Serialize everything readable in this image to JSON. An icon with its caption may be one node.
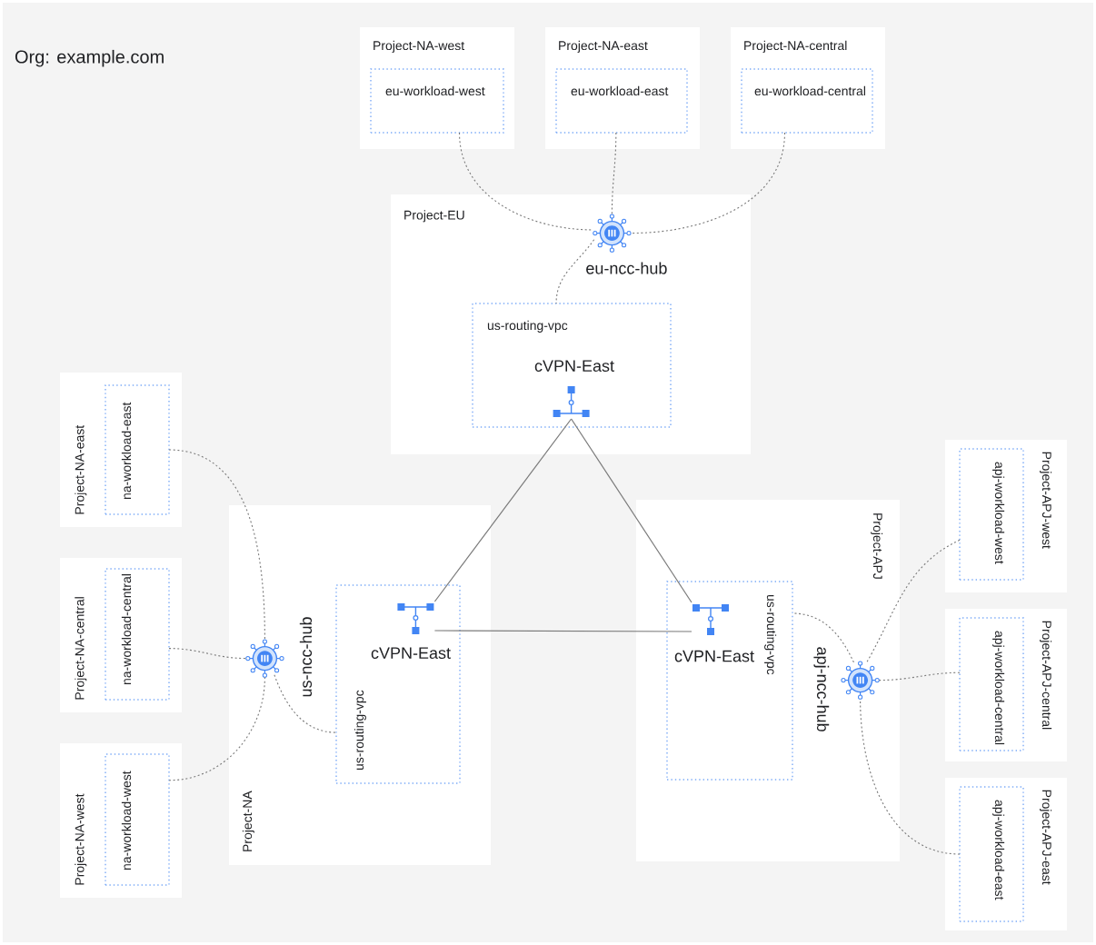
{
  "diagram": {
    "nodes": [
      {
        "text": [
          "Project-NA-west"
        ]
      },
      {
        "text": [
          "eu-workload-west"
        ],
        "in": 0
      },
      {
        "text": [
          "Project-NA-east"
        ]
      },
      {
        "text": [
          "eu-workload-east"
        ],
        "in": 2
      },
      {
        "text": [
          "Project-NA-central"
        ]
      },
      {
        "text": [
          "eu-workload-central"
        ],
        "in": 4
      },
      {
        "text": [
          "Project-EU"
        ]
      },
      {
        "text": [],
        "shape": "picture",
        "in": 6,
        "beside": [
          "eu-ncc-hub"
        ]
      },
      {
        "text": [
          "us-routing-vpc"
        ],
        "in": 6
      },
      {
        "text": [],
        "shape": "picture",
        "in": 8,
        "beside": [
          "cVPN-East"
        ]
      },
      {
        "text": [
          "Project-NA-east"
        ]
      },
      {
        "text": [
          "na-workload-east"
        ],
        "in": 10
      },
      {
        "text": [
          "Project-NA-central"
        ]
      },
      {
        "text": [
          "na-workload-central"
        ],
        "in": 12
      },
      {
        "text": [
          "Project-NA-west"
        ]
      },
      {
        "text": [
          "na-workload-west"
        ],
        "in": 14
      },
      {
        "text": [
          "Project-NA"
        ]
      },
      {
        "text": [],
        "shape": "picture",
        "in": 16,
        "beside": [
          "us-ncc-hub"
        ]
      },
      {
        "text": [
          "us-routing-vpc"
        ],
        "in": 16
      },
      {
        "text": [],
        "shape": "picture",
        "in": 18,
        "beside": [
          "cVPN-East"
        ]
      },
      {
        "text": [
          "Project-APJ"
        ]
      },
      {
        "text": [
          "us-routing-vpc"
        ],
        "in": 20
      },
      {
        "text": [],
        "shape": "picture",
        "in": 21,
        "beside": [
          "cVPN-East"
        ]
      },
      {
        "text": [],
        "shape": "picture",
        "in": 20,
        "beside": [
          "apj-ncc-hub"
        ]
      },
      {
        "text": [
          "Project-APJ-west"
        ]
      },
      {
        "text": [
          "apj-workload-west"
        ],
        "in": 24
      },
      {
        "text": [
          "Project-APJ-central"
        ]
      },
      {
        "text": [
          "apj-workload-central"
        ],
        "in": 26
      },
      {
        "text": [
          "Project-APJ-east"
        ]
      },
      {
        "text": [
          "apj-workload-east"
        ],
        "in": 28
      }
    ],
    "edges": [
      {
        "from": 1,
        "to": 7,
        "arrow": "none",
        "style": "dashed"
      },
      {
        "from": 3,
        "to": 7,
        "arrow": "none",
        "style": "dashed"
      },
      {
        "from": 5,
        "to": 7,
        "arrow": "none",
        "style": "dashed"
      },
      {
        "from": 7,
        "to": 8,
        "arrow": "none",
        "style": "dashed"
      },
      {
        "from": 11,
        "to": 17,
        "arrow": "none",
        "style": "dashed"
      },
      {
        "from": 13,
        "to": 17,
        "arrow": "none",
        "style": "dashed"
      },
      {
        "from": 15,
        "to": 17,
        "arrow": "none",
        "style": "dashed"
      },
      {
        "from": 17,
        "to": 18,
        "arrow": "none",
        "style": "dashed"
      },
      {
        "from": 25,
        "to": 23,
        "arrow": "none",
        "style": "dashed"
      },
      {
        "from": 27,
        "to": 23,
        "arrow": "none",
        "style": "dashed"
      },
      {
        "from": 29,
        "to": 23,
        "arrow": "none",
        "style": "dashed"
      },
      {
        "from": 23,
        "to": 21,
        "arrow": "none",
        "style": "dashed"
      },
      {
        "from": 9,
        "to": 19,
        "arrow": "none"
      },
      {
        "from": 9,
        "to": 22,
        "arrow": "none"
      },
      {
        "from": 19,
        "to": 22,
        "arrow": "none"
      }
    ],
    "labels": [
      "Org: example.com"
    ]
  }
}
